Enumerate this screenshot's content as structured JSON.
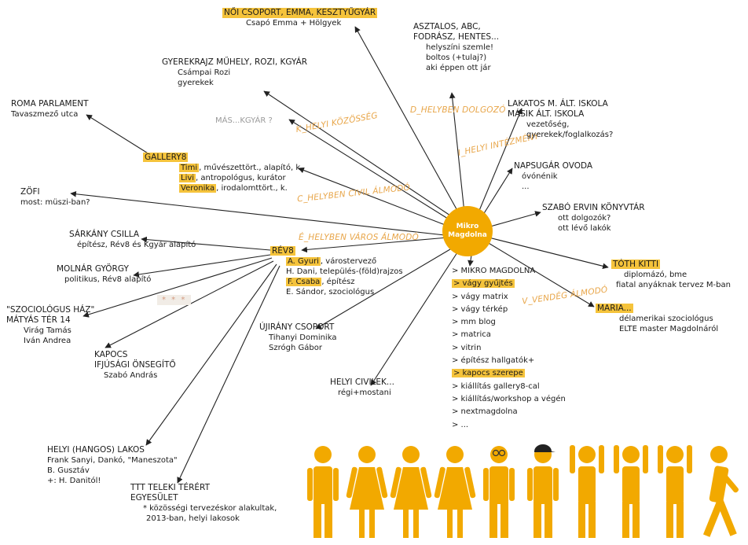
{
  "hub": {
    "line1": "Mikro",
    "line2": "Magdolna"
  },
  "colors": {
    "accent": "#f5c33b",
    "hub": "#f2a900",
    "category": "#e8a64a",
    "figures": "#f2a900"
  },
  "nodes": {
    "noi": {
      "title": "NŐI CSOPORT, EMMA, KESZTYŰGYÁR",
      "sub": "Csapó Emma + Hölgyek"
    },
    "asztalos": {
      "lines": [
        "ASZTALOS, ABC,",
        "FODRÁSZ, HENTES...",
        "helyszíni szemle!",
        "boltos (+tulaj?)",
        "aki éppen ott jár"
      ]
    },
    "gyerekrajz": {
      "lines": [
        "GYEREKRAJZ MŰHELY, ROZI, KGYÁR",
        "Csámpai Rozi",
        "gyerekek"
      ]
    },
    "roma": {
      "lines": [
        "ROMA PARLAMENT",
        "Tavaszmező utca"
      ]
    },
    "mas": {
      "text": "MÁS...KGYÁR ?"
    },
    "lakatos": {
      "lines": [
        "LAKATOS M. ÁLT. ISKOLA",
        "MÁSIK ÁLT. ISKOLA",
        "vezetőség,",
        "gyerekek/foglalkozás?"
      ]
    },
    "napsugar": {
      "lines": [
        "NAPSUGÁR OVODA",
        "óvónénik",
        "..."
      ]
    },
    "gallery8": {
      "title": "GALLERY8",
      "people": [
        {
          "name": "Timi",
          "desc": ", művészettört., alapító, k."
        },
        {
          "name": "Livi",
          "desc": ", antropológus, kurátor"
        },
        {
          "name": "Veronika",
          "desc": ", irodalomttört., k."
        }
      ]
    },
    "zofi": {
      "lines": [
        "ZÖFI",
        "most: müszi-ban?"
      ]
    },
    "szabo_ervin": {
      "lines": [
        "SZABÓ ERVIN KÖNYVTÁR",
        "ott dolgozók?",
        "ott lévő lakók"
      ]
    },
    "sarkany": {
      "lines": [
        "SÁRKÁNY CSILLA",
        "építész, Rév8 és Kgyár alapító"
      ]
    },
    "rev8": {
      "title": "RÉV8",
      "people": [
        {
          "name": "A. Gyuri",
          "desc": ", várostervező",
          "hl": true
        },
        {
          "name": "H. Dani",
          "desc": ", település-(föld)rajzos",
          "hl": false
        },
        {
          "name": "F. Csaba",
          "desc": ", építész",
          "hl": true
        },
        {
          "name": "E. Sándor",
          "desc": ", szociológus",
          "hl": false
        }
      ]
    },
    "molnar": {
      "lines": [
        "MOLNÁR GYÖRGY",
        "politikus, Rév8 alapító"
      ]
    },
    "toth_kitti": {
      "title": "TÓTH KITTI",
      "lines": [
        "diplomázó, bme",
        "fiatal anyáknak tervez M-ban"
      ]
    },
    "szociologus": {
      "lines": [
        "\"SZOCIOLÓGUS HÁZ\"",
        "MÁTYÁS TÉR 14",
        "Virág Tamás",
        "Iván Andrea"
      ]
    },
    "maria": {
      "title": "MARIA...",
      "lines": [
        "délamerikai szociológus",
        "ELTE master Magdolnáról"
      ]
    },
    "ujirany": {
      "lines": [
        "ÚJIRÁNY CSOPORT",
        "Tihanyi Dominika",
        "Szrógh Gábor"
      ]
    },
    "kapocs": {
      "lines": [
        "KAPOCS",
        "IFJÚSÁGI ÖNSEGÍTŐ",
        "Szabó András"
      ]
    },
    "helyi_civilek": {
      "lines": [
        "HELYI CIVILEK...",
        "régi+mostani"
      ]
    },
    "helyi_lakos": {
      "lines": [
        "HELYI (HANGOS) LAKOS",
        "Frank Sanyi, Dankó, \"Maneszota\"",
        "B. Gusztáv",
        "+: H. Danitól!"
      ]
    },
    "ttt": {
      "lines": [
        "TTT TELEKI TÉRÉRT",
        "EGYESÜLET",
        "* közösségi tervezéskor alakultak,",
        "2013-ban, helyi lakosok"
      ]
    },
    "stars": {
      "text": "* * *"
    }
  },
  "categories": {
    "k": "K_HELYI KÖZÖSSÉG",
    "d": "D_HELYBEN DOLGOZÓ",
    "i": "I_HELYI INTÉZMÉNY",
    "c": "C_HELYBEN CIVIL ÁLMODÓ",
    "e": "É_HELYBEN VÁROS ÁLMODÓ",
    "v": "V_VENDÉG ÁLMODÓ"
  },
  "mikro_list": {
    "items": [
      {
        "text": "> MIKRO MAGDOLNA",
        "hl": false
      },
      {
        "text": "> vágy gyűjtés",
        "hl": true
      },
      {
        "text": "> vágy matrix",
        "hl": false
      },
      {
        "text": "> vágy térkép",
        "hl": false
      },
      {
        "text": "> mm blog",
        "hl": false
      },
      {
        "text": "> matrica",
        "hl": false
      },
      {
        "text": "> vitrin",
        "hl": false
      },
      {
        "text": "> építész hallgatók+",
        "hl": false
      },
      {
        "text": "> kapocs szerepe",
        "hl": true
      },
      {
        "text": "> kiállítás gallery8-cal",
        "hl": false
      },
      {
        "text": "> kiállítás/workshop a végén",
        "hl": false
      },
      {
        "text": "> nextmagdolna",
        "hl": false
      },
      {
        "text": "> ...",
        "hl": false
      }
    ]
  },
  "figures": {
    "count": 10,
    "icon": "person-figure-icon"
  }
}
